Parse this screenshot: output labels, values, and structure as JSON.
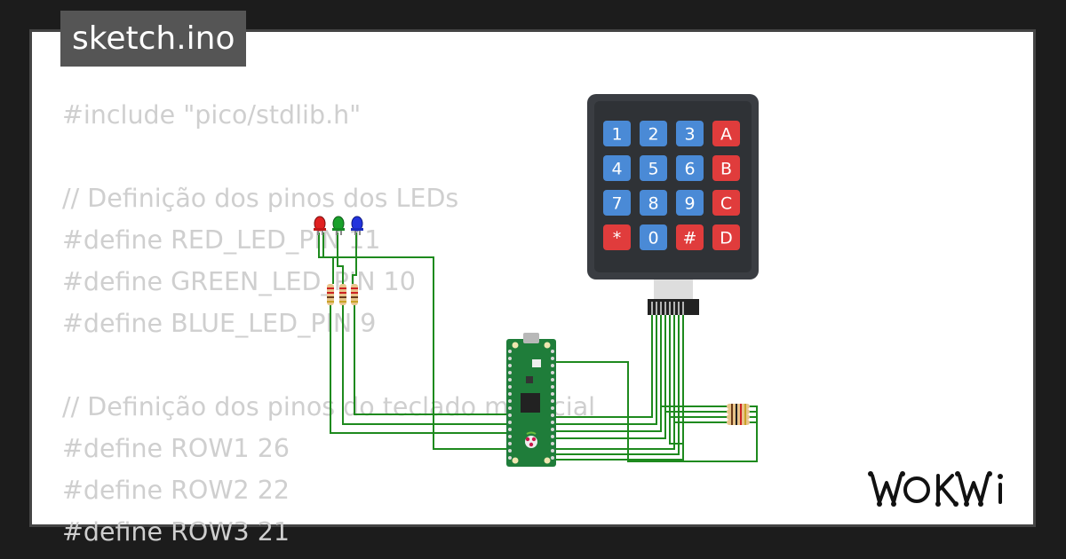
{
  "file_tab": {
    "label": "sketch.ino"
  },
  "code_lines": [
    "#include \"pico/stdlib.h\"",
    "",
    "// Definição dos pinos dos LEDs",
    "#define RED_LED_PIN 11",
    "#define GREEN_LED_PIN 10",
    "#define BLUE_LED_PIN 9",
    "",
    "// Definição dos pinos do teclado matricial",
    "#define ROW1 26",
    "#define ROW2 22",
    "#define ROW3 21"
  ],
  "keypad": {
    "rows": [
      [
        "1",
        "2",
        "3",
        "A"
      ],
      [
        "4",
        "5",
        "6",
        "B"
      ],
      [
        "7",
        "8",
        "9",
        "C"
      ],
      [
        "*",
        "0",
        "#",
        "D"
      ]
    ]
  },
  "leds": [
    {
      "name": "red-led",
      "color": "#e02020"
    },
    {
      "name": "green-led",
      "color": "#1aa12b"
    },
    {
      "name": "blue-led",
      "color": "#2233dd"
    }
  ],
  "brand": {
    "logo_text": "WOKWi"
  },
  "colors": {
    "background": "#1c1c1c",
    "card": "#ffffff",
    "code_text": "#cfcfcf",
    "wire": "#1e8a1e",
    "keypad_body": "#3a3d42",
    "key_blue": "#4a8ad6",
    "key_red": "#e03c3c",
    "pico_board": "#1f7d3a"
  }
}
